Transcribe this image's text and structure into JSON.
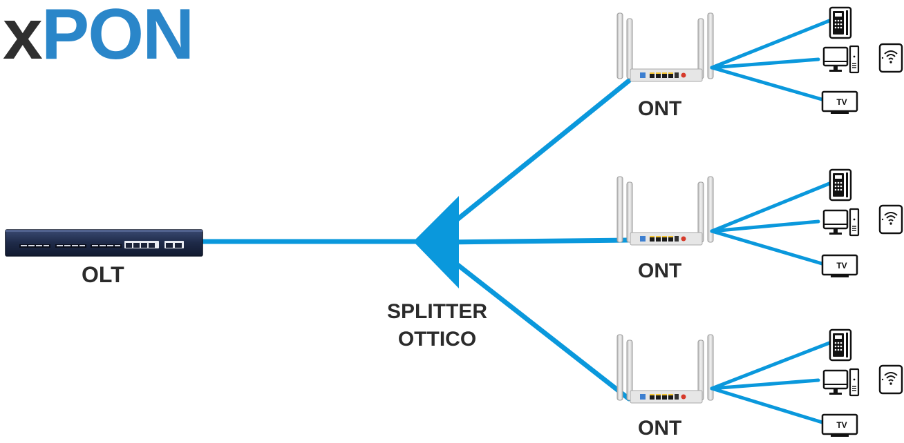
{
  "title": {
    "prefix": "x",
    "main": "PON"
  },
  "olt": {
    "label": "OLT"
  },
  "splitter": {
    "line1": "SPLITTER",
    "line2": "OTTICO"
  },
  "onts": [
    {
      "label": "ONT",
      "devices": {
        "tv_label": "TV"
      }
    },
    {
      "label": "ONT",
      "devices": {
        "tv_label": "TV"
      }
    },
    {
      "label": "ONT",
      "devices": {
        "tv_label": "TV"
      }
    }
  ],
  "colors": {
    "fiber": "#0a98dc",
    "title_accent": "#2a86c9",
    "title_dark": "#2f2f2f",
    "olt_body": "#22304f",
    "router_body": "#e4e4e4"
  },
  "icons": [
    "ip-phone-icon",
    "desktop-computer-icon",
    "tablet-wifi-icon",
    "tv-icon"
  ]
}
